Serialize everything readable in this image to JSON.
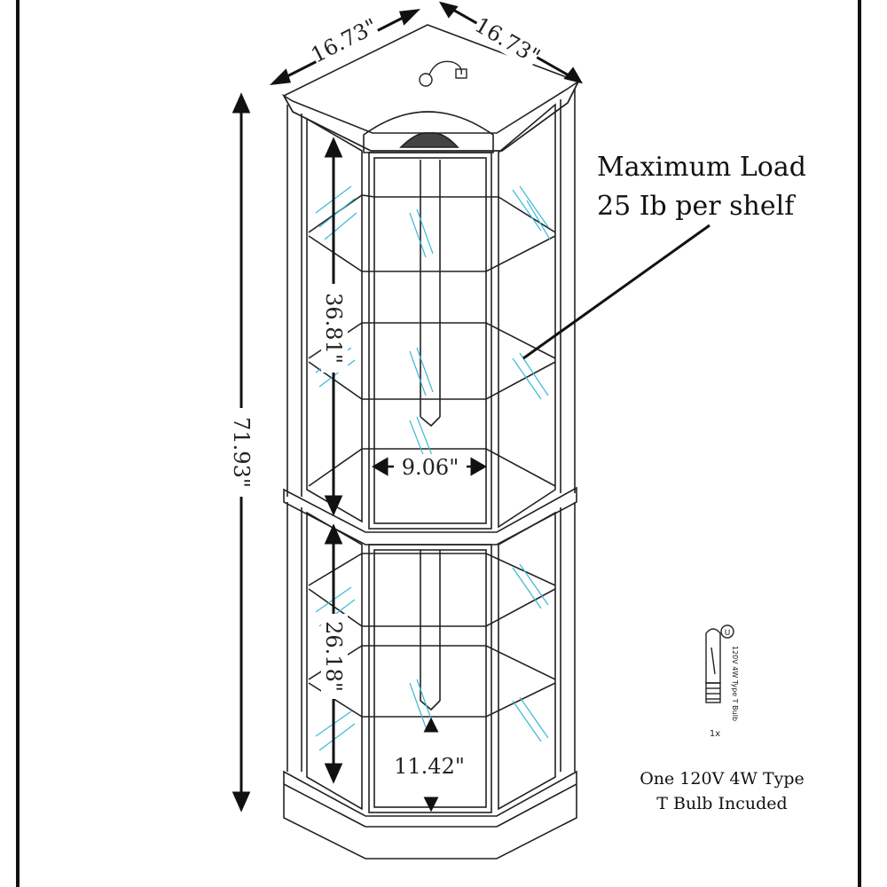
{
  "dimensions": {
    "top_left_width": "16.73\"",
    "top_right_width": "16.73\"",
    "total_height": "71.93\"",
    "upper_height": "36.81\"",
    "lower_height": "26.18\"",
    "upper_door_width": "9.06\"",
    "lower_shelf_depth": "11.42\""
  },
  "load_note": {
    "line1": "Maximum Load",
    "line2": "25 Ib per shelf"
  },
  "bulb": {
    "label": "120V 4W Type T Bulb",
    "ul_mark": "U",
    "quantity": "1x",
    "note_line1": "One 120V 4W Type",
    "note_line2": "T Bulb Incuded"
  },
  "colors": {
    "line": "#222222",
    "glass_hatch": "#3bb8d8",
    "frame": "#111111"
  }
}
